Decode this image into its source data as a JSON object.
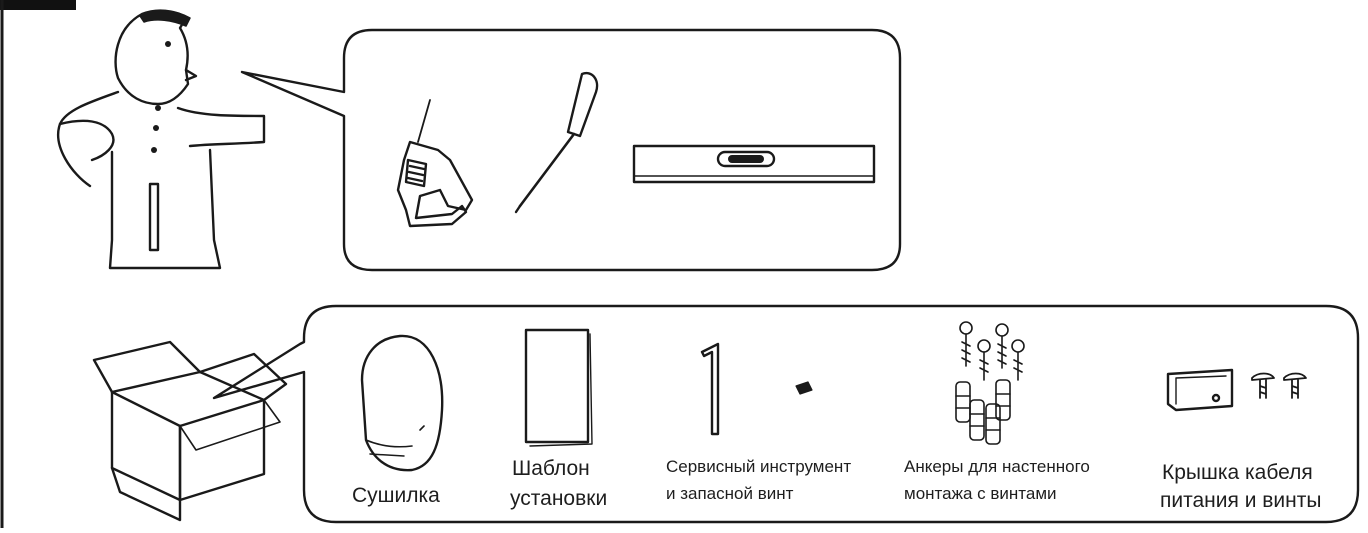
{
  "items": {
    "dryer": "Сушилка",
    "template_line1": "Шаблон",
    "template_line2": "установки",
    "service_line1": "Сервисный инструмент",
    "service_line2": "и запасной винт",
    "anchors_line1": "Анкеры для настенного",
    "anchors_line2": "монтажа с винтами",
    "cover_line1": "Крышка кабеля",
    "cover_line2": "питания и винты"
  },
  "tools": [
    "drill-icon",
    "screwdriver-icon",
    "spirit-level-icon"
  ],
  "colors": {
    "stroke": "#1a1a1a",
    "background": "#ffffff"
  }
}
